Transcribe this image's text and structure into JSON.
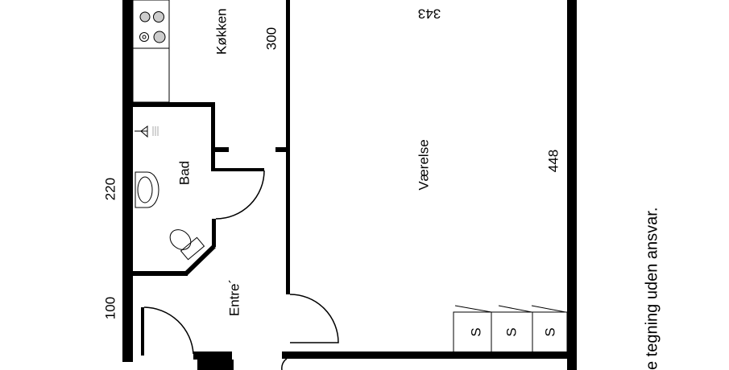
{
  "rooms": {
    "kitchen": "Køkken",
    "bath": "Bad",
    "entry": "Entre´",
    "room": "Værelse"
  },
  "dimensions": {
    "kitchen_width": "300",
    "bath_length": "220",
    "entry_length": "100",
    "room_length": "448",
    "room_width": "343"
  },
  "closets": [
    "S",
    "S",
    "S"
  ],
  "disclaimer": "e tegning uden ansvar."
}
